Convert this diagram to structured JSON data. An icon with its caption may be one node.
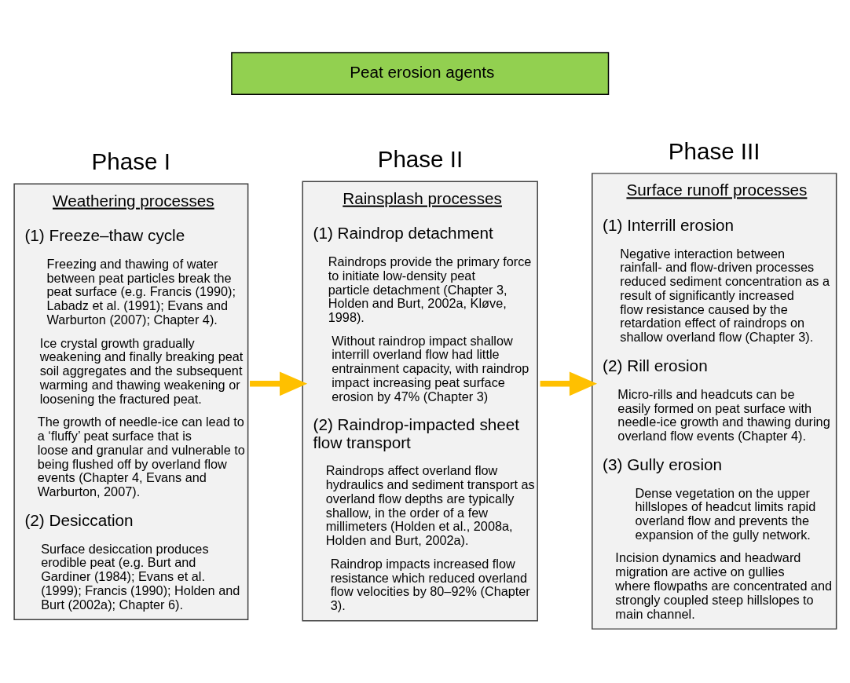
{
  "diagram": {
    "nodes": [
      {
        "text": [
          "Peat erosion agents"
        ]
      },
      {
        "text": [
          "Phase I",
          "Weathering processes",
          "(1) Freeze–thaw cycle",
          "Freezing and thawing of water between peat particles break the peat surface (e.g. Francis (1990); Labadz et al. (1991); Evans and Warburton (2007); Chapter 4).",
          "Ice crystal growth gradually weakening and finally breaking peat soil aggregates and the subsequent warming and thawing weakening or loosening the fractured peat.",
          "The growth of needle-ice can lead to a ‘fluffy’ peat surface that is loose and granular and vulnerable to being flushed off by overland flow events (Chapter 4, Evans and Warburton, 2007).",
          "(2) Desiccation",
          "Surface desiccation produces erodible peat (e.g. Burt and Gardiner (1984); Evans et al. (1999); Francis (1990); Holden and Burt (2002a); Chapter 6)."
        ]
      },
      {
        "text": [
          "Phase II",
          "Rainsplash processes",
          "(1) Raindrop detachment",
          "Raindrops provide the primary force to initiate low-density peat particle detachment (Chapter 3, Holden and Burt, 2002a, Kløve, 1998).",
          "Without raindrop impact shallow interrill overland flow had little entrainment capacity, with raindrop impact increasing peat surface erosion by 47% (Chapter 3)",
          "(2) Raindrop-impacted sheet flow transport",
          "Raindrops affect overland flow hydraulics and sediment transport as overland flow depths are typically shallow, in the order of a few millimeters (Holden et al., 2008a, Holden and Burt, 2002a).",
          "Raindrop impacts increased flow resistance which reduced overland flow velocities by 80–92% (Chapter 3)."
        ]
      },
      {
        "text": [
          "Phase III",
          "Surface runoff processes",
          "(1) Interrill erosion",
          "Negative interaction between rainfall- and flow-driven processes reduced sediment concentration as a result of significantly increased flow resistance caused by the retardation effect of raindrops on shallow overland flow (Chapter 3).",
          "(2) Rill erosion",
          "Micro-rills and headcuts can be easily formed on peat surface with needle-ice growth and thawing during overland flow events (Chapter 4).",
          "(3) Gully erosion",
          "Dense vegetation on the upper hillslopes of headcut limits rapid overland flow and prevents the expansion of the gully network.",
          "Incision dynamics and headward migration are active on gullies where flowpaths are concentrated and strongly coupled steep hillslopes to main channel."
        ]
      }
    ],
    "edges": [
      {
        "from": 1,
        "to": 2,
        "arrow": "to",
        "color": "#ffc000"
      },
      {
        "from": 2,
        "to": 3,
        "arrow": "to",
        "color": "#ffc000"
      }
    ]
  }
}
